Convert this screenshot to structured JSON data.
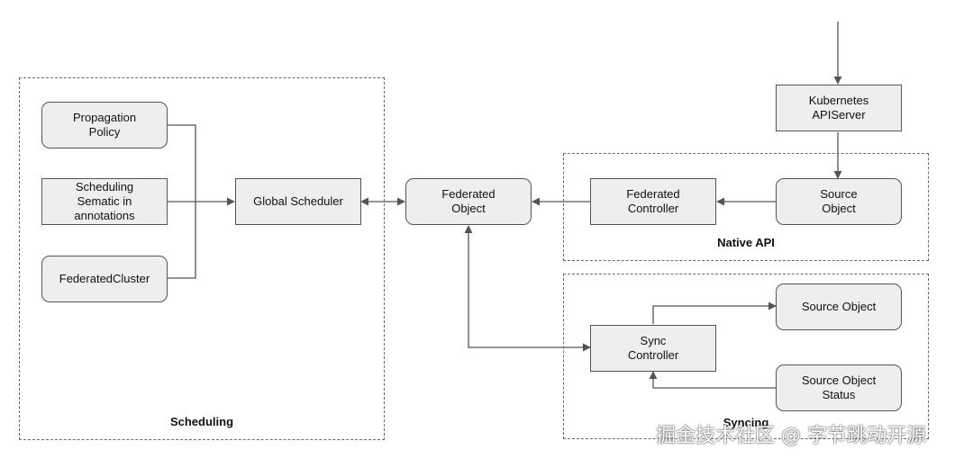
{
  "groups": {
    "scheduling": "Scheduling",
    "native_api": "Native API",
    "syncing": "Syncing"
  },
  "nodes": {
    "propagation_policy": "Propagation\nPolicy",
    "scheduling_sematic": "Scheduling\nSematic in\nannotations",
    "federated_cluster": "FederatedCluster",
    "global_scheduler": "Global Scheduler",
    "federated_object": "Federated\nObject",
    "federated_controller": "Federated\nController",
    "source_object_native": "Source\nObject",
    "kubernetes_apiserver": "Kubernetes\nAPIServer",
    "sync_controller": "Sync\nController",
    "source_object_sync": "Source Object",
    "source_object_status": "Source Object\nStatus"
  },
  "watermark": "掘金技术社区 @ 字节跳动开源",
  "colors": {
    "node_fill": "#eeeeee",
    "stroke": "#555555"
  }
}
